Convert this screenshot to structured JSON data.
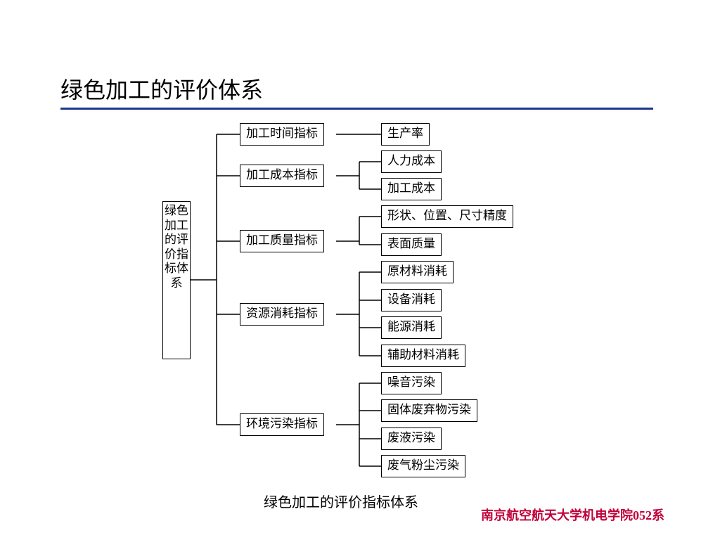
{
  "header": {
    "title": "绿色加工的评价体系"
  },
  "diagram": {
    "root": "绿色加工的评价指标体系",
    "categories": [
      {
        "label": "加工时间指标",
        "items": [
          "生产率"
        ]
      },
      {
        "label": "加工成本指标",
        "items": [
          "人力成本",
          "加工成本"
        ]
      },
      {
        "label": "加工质量指标",
        "items": [
          "形状、位置、尺寸精度",
          "表面质量"
        ]
      },
      {
        "label": "资源消耗指标",
        "items": [
          "原材料消耗",
          "设备消耗",
          "能源消耗",
          "辅助材料消耗"
        ]
      },
      {
        "label": "环境污染指标",
        "items": [
          "噪音污染",
          "固体废弃物污染",
          "废液污染",
          "废气粉尘污染"
        ]
      }
    ]
  },
  "caption": "绿色加工的评价指标体系",
  "footer": "南京航空航天大学机电学院052系"
}
